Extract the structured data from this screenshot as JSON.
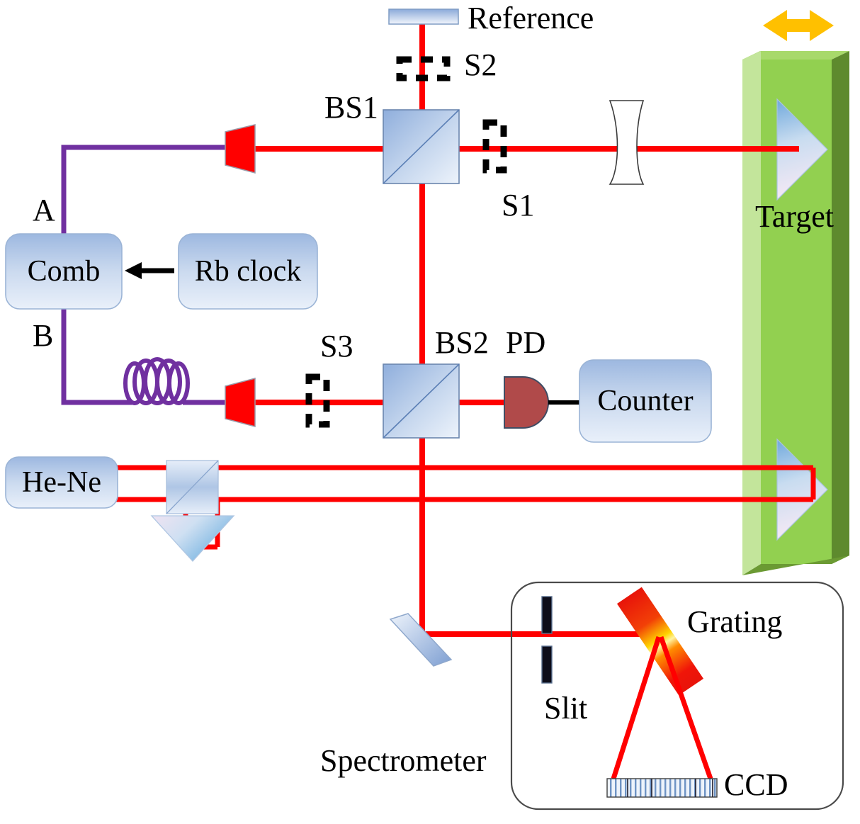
{
  "diagram": {
    "title": "Dual-comb interferometer absolute distance measurement setup",
    "colors": {
      "beam_red": "#FF0000",
      "fiber_purple": "#7030A0",
      "target_green": "#92D050",
      "target_green_light": "#C3E59B",
      "target_green_dark": "#5E8A2E",
      "arrow_orange": "#FFC000",
      "optic_blue_dark": "#8FAEDC",
      "optic_blue_light": "#E8EFF9",
      "pd_red": "#B04A4A",
      "shutter_black": "#000000",
      "grating_red": "#FF0000",
      "grating_yellow": "#FFD400"
    },
    "labels": {
      "reference": "Reference",
      "s2": "S2",
      "s1": "S1",
      "s3": "S3",
      "bs1": "BS1",
      "bs2": "BS2",
      "pd": "PD",
      "target": "Target",
      "comb": "Comb",
      "rb_clock": "Rb clock",
      "branch_a": "A",
      "branch_b": "B",
      "counter": "Counter",
      "he_ne": "He-Ne",
      "spectrometer": "Spectrometer",
      "slit": "Slit",
      "grating": "Grating",
      "ccd": "CCD"
    },
    "components": [
      {
        "name": "reference-mirror",
        "type": "mirror",
        "label": "Reference"
      },
      {
        "name": "shutter-s2",
        "type": "shutter",
        "label": "S2",
        "orientation": "horizontal"
      },
      {
        "name": "beam-splitter-bs1",
        "type": "beamsplitter-cube",
        "label": "BS1"
      },
      {
        "name": "shutter-s1",
        "type": "shutter",
        "label": "S1",
        "orientation": "vertical"
      },
      {
        "name": "concave-lens",
        "type": "lens",
        "label": ""
      },
      {
        "name": "target-retroreflector-upper",
        "type": "retroreflector",
        "label": "Target"
      },
      {
        "name": "target-retroreflector-lower",
        "type": "retroreflector",
        "label": ""
      },
      {
        "name": "target-motion-arrow",
        "type": "arrow",
        "label": ""
      },
      {
        "name": "collimator-a",
        "type": "collimator",
        "label": ""
      },
      {
        "name": "collimator-b",
        "type": "collimator",
        "label": ""
      },
      {
        "name": "frequency-comb",
        "type": "box",
        "label": "Comb"
      },
      {
        "name": "rb-clock",
        "type": "box",
        "label": "Rb clock"
      },
      {
        "name": "fiber-coil",
        "type": "fiber-coil",
        "label": ""
      },
      {
        "name": "shutter-s3",
        "type": "shutter",
        "label": "S3",
        "orientation": "vertical"
      },
      {
        "name": "beam-splitter-bs2",
        "type": "beamsplitter-cube",
        "label": "BS2"
      },
      {
        "name": "photodetector",
        "type": "photodiode",
        "label": "PD"
      },
      {
        "name": "counter",
        "type": "box",
        "label": "Counter"
      },
      {
        "name": "he-ne-laser",
        "type": "box",
        "label": "He-Ne"
      },
      {
        "name": "he-ne-beamsplitter",
        "type": "beamsplitter-cube",
        "label": ""
      },
      {
        "name": "he-ne-retroreflector",
        "type": "retroreflector-down",
        "label": ""
      },
      {
        "name": "fold-mirror",
        "type": "mirror-tilted",
        "label": ""
      },
      {
        "name": "spectrometer-enclosure",
        "type": "enclosure",
        "label": "Spectrometer"
      },
      {
        "name": "slit",
        "type": "slit",
        "label": "Slit"
      },
      {
        "name": "grating",
        "type": "grating",
        "label": "Grating"
      },
      {
        "name": "ccd-array",
        "type": "detector-array",
        "label": "CCD"
      }
    ]
  }
}
